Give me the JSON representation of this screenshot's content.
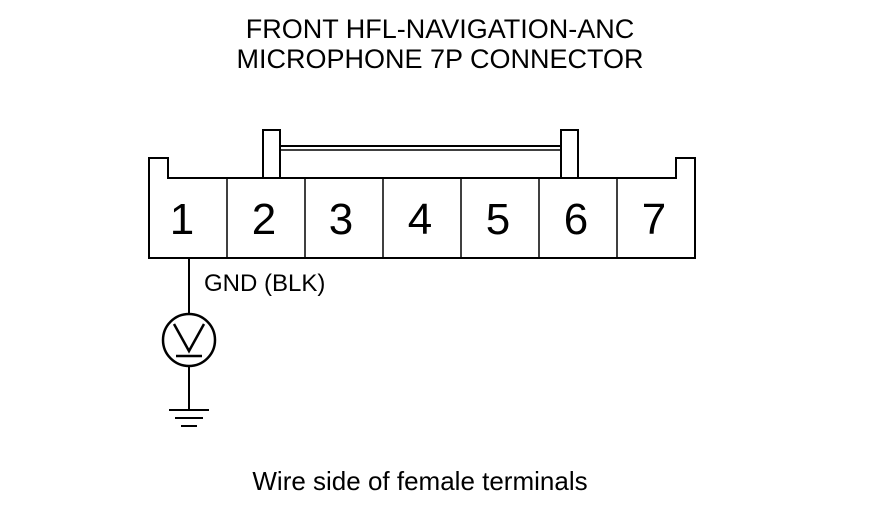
{
  "title": {
    "line1": "FRONT HFL-NAVIGATION-ANC",
    "line2": "MICROPHONE 7P CONNECTOR"
  },
  "connector": {
    "pins": [
      "1",
      "2",
      "3",
      "4",
      "5",
      "6",
      "7"
    ]
  },
  "wire": {
    "label": "GND (BLK)",
    "pin": "1"
  },
  "meter": {
    "symbol": "V",
    "icon": "voltmeter-icon"
  },
  "ground": {
    "icon": "ground-symbol-icon"
  },
  "caption": "Wire side of female terminals"
}
